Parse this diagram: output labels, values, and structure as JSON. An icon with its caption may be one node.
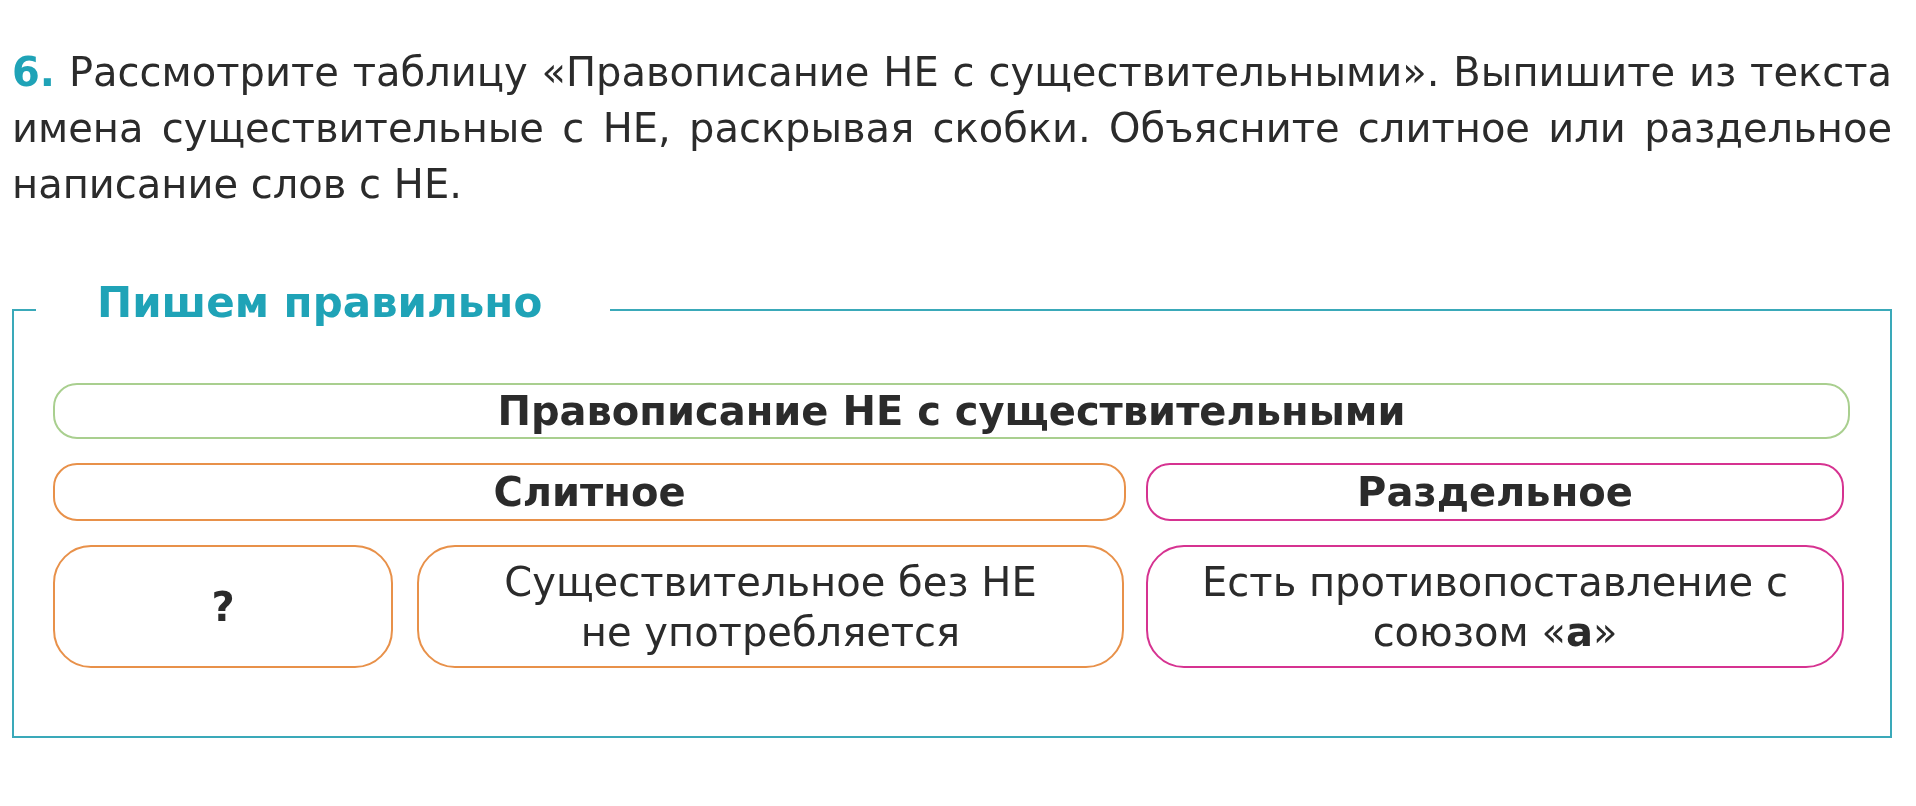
{
  "diagram": {
    "nodes": [
      {
        "text": [
          "Пишем правильно"
        ]
      },
      {
        "text": [
          "Правописание НЕ с существительными"
        ],
        "in": 0
      },
      {
        "text": [
          "Слитное"
        ],
        "in": 0
      },
      {
        "text": [
          "Раздельное"
        ],
        "in": 0
      },
      {
        "text": [
          "?"
        ],
        "in": 0
      },
      {
        "text": [
          "Существительное без НЕ не употребляется"
        ],
        "in": 0
      },
      {
        "text": [
          "Есть противопоставление с союзом «**а**»"
        ],
        "in": 0
      }
    ],
    "edges": [],
    "labels": [
      "**6.** Рассмотрите таблицу «Правописание НЕ с существительными». Выпишите из текста имена существительные с НЕ, раскрывая скобки. Объясните слитное или раздельное написание слов с НЕ."
    ]
  }
}
